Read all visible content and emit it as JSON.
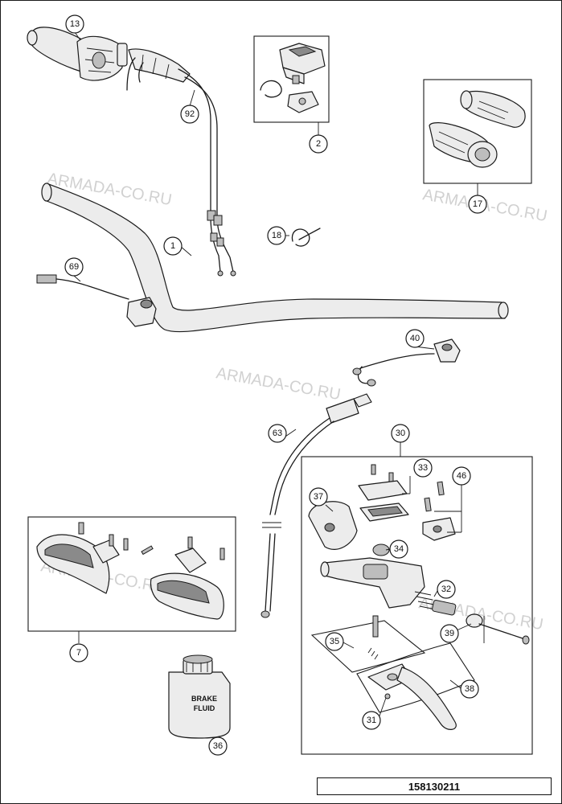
{
  "watermark": "ARMADA-CO.RU",
  "drawing_number": "158130211",
  "fluid_label": {
    "line1": "BRAKE",
    "line2": "FLUID"
  },
  "callouts": {
    "p13": "13",
    "p92": "92",
    "p2": "2",
    "p17": "17",
    "p1": "1",
    "p18": "18",
    "p69": "69",
    "p40": "40",
    "p63": "63",
    "p30": "30",
    "p33": "33",
    "p46": "46",
    "p37": "37",
    "p34": "34",
    "p32": "32",
    "p39": "39",
    "p35": "35",
    "p38": "38",
    "p31": "31",
    "p7": "7",
    "p36": "36"
  }
}
